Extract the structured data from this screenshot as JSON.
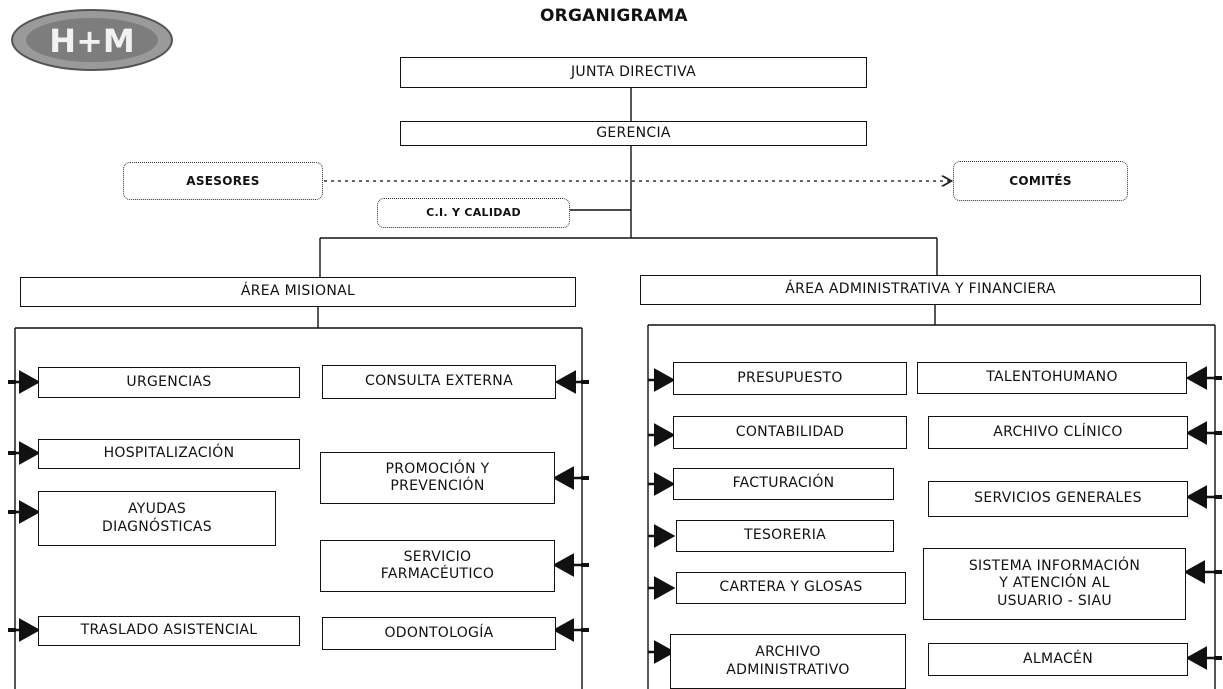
{
  "title": "ORGANIGRAMA",
  "logo": {
    "text": "H+M"
  },
  "top": {
    "junta": "JUNTA DIRECTIVA",
    "gerencia": "GERENCIA",
    "asesores": "ASESORES",
    "comites": "COMITÉS",
    "ci_calidad": "C.I. Y CALIDAD"
  },
  "areas": {
    "misional": "ÁREA MISIONAL",
    "administrativa": "ÁREA ADMINISTRATIVA Y FINANCIERA"
  },
  "misional_left": [
    "URGENCIAS",
    "HOSPITALIZACIÓN",
    "AYUDAS\nDIAGNÓSTICAS",
    "TRASLADO ASISTENCIAL"
  ],
  "misional_right": [
    "CONSULTA EXTERNA",
    "PROMOCIÓN Y\nPREVENCIÓN",
    "SERVICIO\nFARMACÉUTICO",
    "ODONTOLOGÍA"
  ],
  "admin_left": [
    "PRESUPUESTO",
    "CONTABILIDAD",
    "FACTURACIÓN",
    "TESORERIA",
    "CARTERA Y GLOSAS",
    "ARCHIVO\nADMINISTRATIVO"
  ],
  "admin_right": [
    "TALENTOHUMANO",
    "ARCHIVO CLÍNICO",
    "SERVICIOS GENERALES",
    "SISTEMA INFORMACIÓN\nY ATENCIÓN AL\nUSUARIO - SIAU",
    "ALMACÉN"
  ]
}
